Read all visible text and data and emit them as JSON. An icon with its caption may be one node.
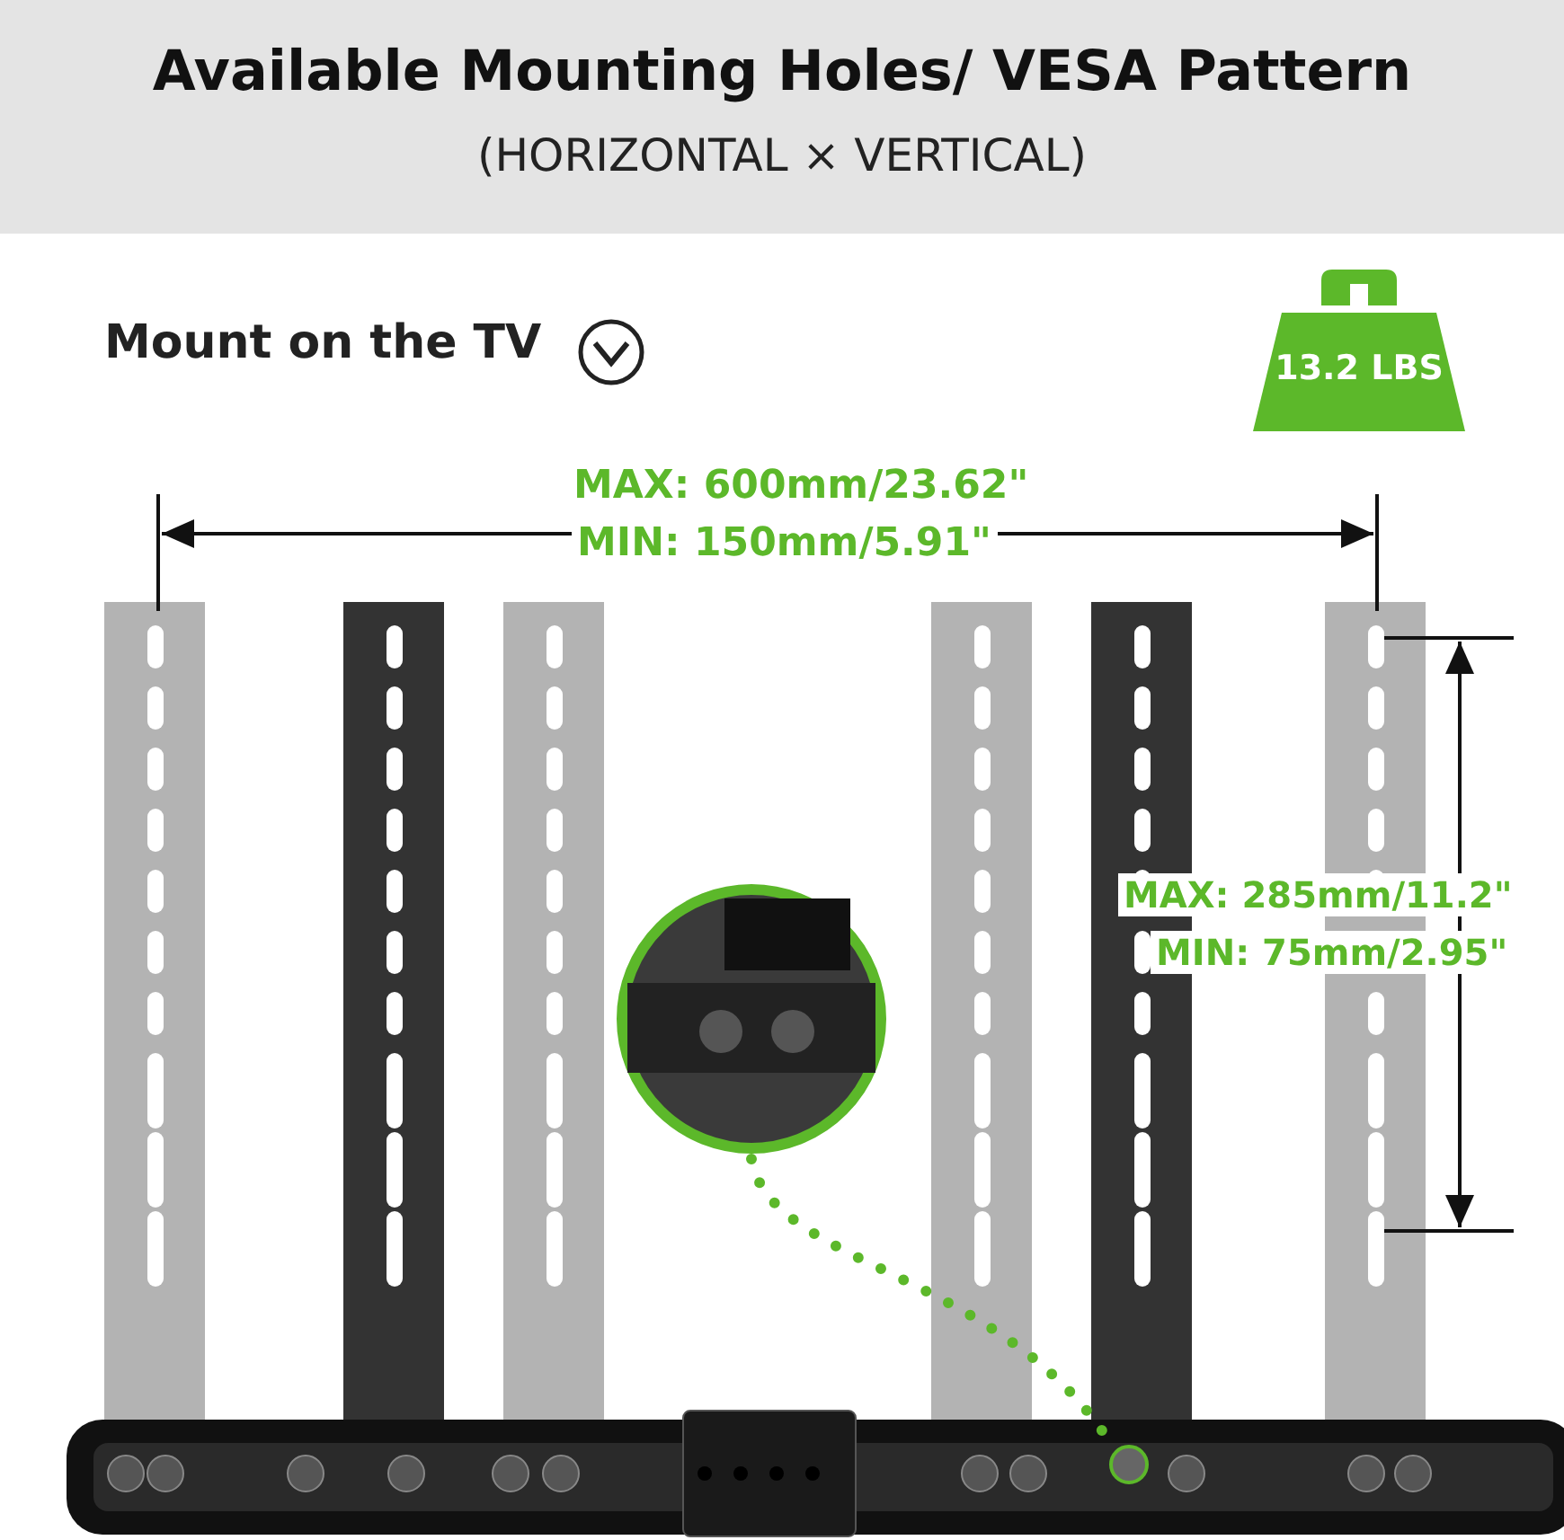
{
  "diagram": {
    "title": "Available Mounting Holes/ VESA Pattern",
    "nodes": [
      {
        "text": [
          "13.2 LBS"
        ]
      },
      {
        "text": [],
        "shape": "picture"
      },
      {
        "text": [],
        "shape": "circle"
      }
    ],
    "edges": [
      {
        "from": 1,
        "to": 2,
        "arrow": "none",
        "style": "dashed"
      }
    ],
    "labels": [
      "(HORIZONTAL × VERTICAL)",
      "Mount on the TV",
      "MAX: 600mm/23.62\"",
      "MIN: 150mm/5.91\"",
      "MAX: 285mm/11.2\"",
      "MIN: 75mm/2.95\""
    ]
  }
}
